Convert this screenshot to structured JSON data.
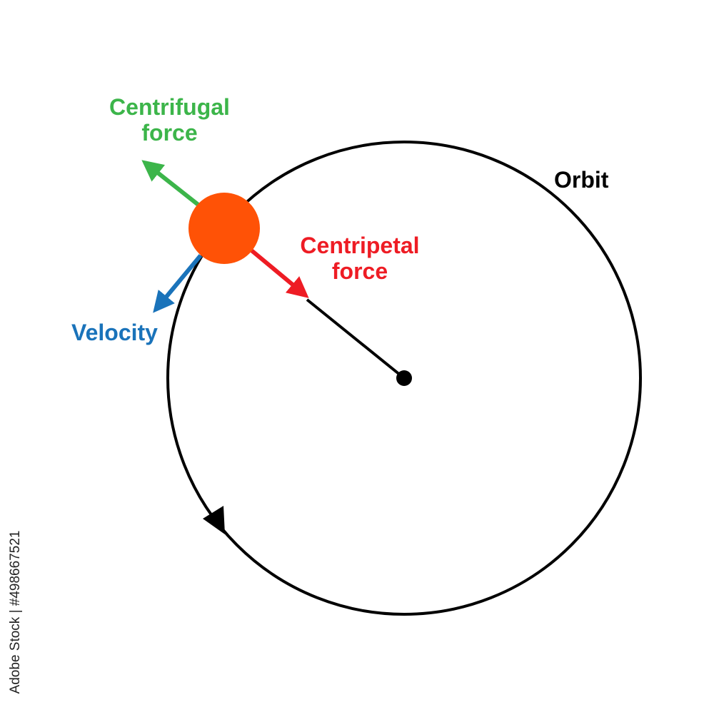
{
  "labels": {
    "centrifugal_line1": "Centrifugal",
    "centrifugal_line2": "force",
    "centripetal_line1": "Centripetal",
    "centripetal_line2": "force",
    "velocity": "Velocity",
    "orbit": "Orbit"
  },
  "stock_id": "Adobe Stock | #498667521",
  "colors": {
    "centrifugal": "#3cb54a",
    "centripetal": "#ee1c24",
    "velocity": "#1a73ba",
    "body": "#ff5206",
    "orbit": "#000000"
  },
  "icons": {
    "direction_marker": "triangle-arrowhead",
    "center": "filled-dot"
  }
}
